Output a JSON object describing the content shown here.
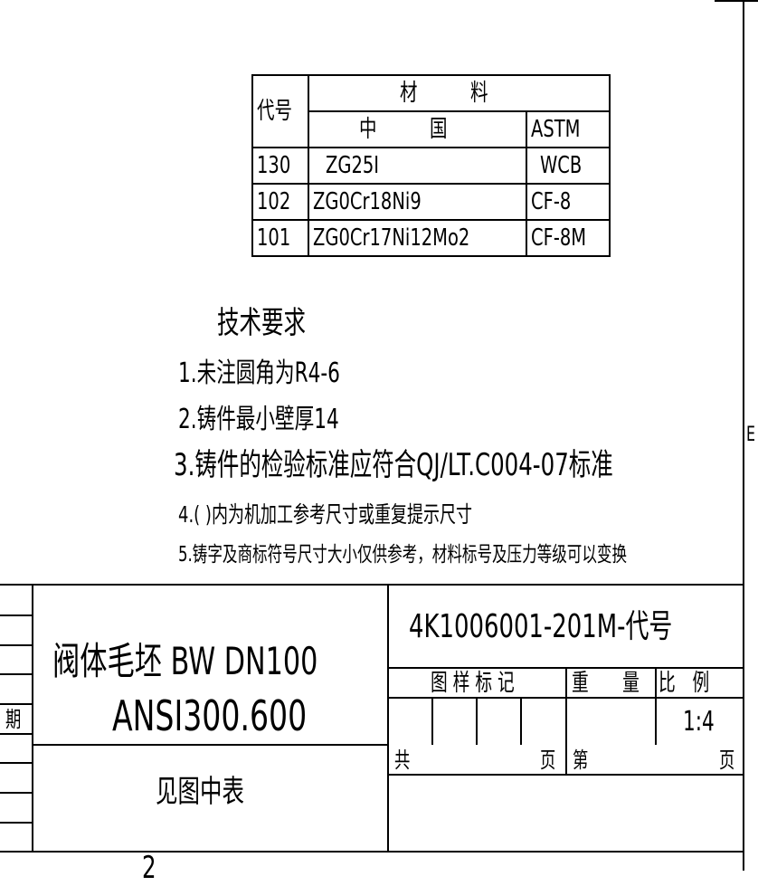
{
  "material_table": {
    "header_code": "代号",
    "header_material": "材　　　料",
    "header_china": "中　　　国",
    "header_astm": "ASTM",
    "rows": [
      {
        "code": "130",
        "china": "ZG25I",
        "astm": "WCB"
      },
      {
        "code": "102",
        "china": "ZG0Cr18Ni9",
        "astm": "CF-8"
      },
      {
        "code": "101",
        "china": "ZG0Cr17Ni12Mo2",
        "astm": "CF-8M"
      }
    ]
  },
  "requirements": {
    "title": "技术要求",
    "items": [
      "1.未注圆角为R4-6",
      "2.铸件最小壁厚14",
      "3.铸件的检验标准应符合QJ/LT.C004-07标准",
      "4.( )内为机加工参考尺寸或重复提示尺寸",
      "5.铸字及商标符号尺寸大小仅供参考，材料标号及压力等级可以变换"
    ]
  },
  "title_block": {
    "name_line1": "阀体毛坯 BW DN100",
    "name_line2": "ANSI300.600",
    "material": "见图中表",
    "drawing_number": "4K1006001-201M-代号",
    "mark_label": "图 样 标 记",
    "weight_label": "重　　量",
    "scale_label": "比　例",
    "scale_value": "1:4",
    "total_label": "共",
    "page_label": "页",
    "sheet_label": "第",
    "sheet_page_label": "页",
    "date_label": "期"
  },
  "zone_letter": "E",
  "zone_number": "2"
}
